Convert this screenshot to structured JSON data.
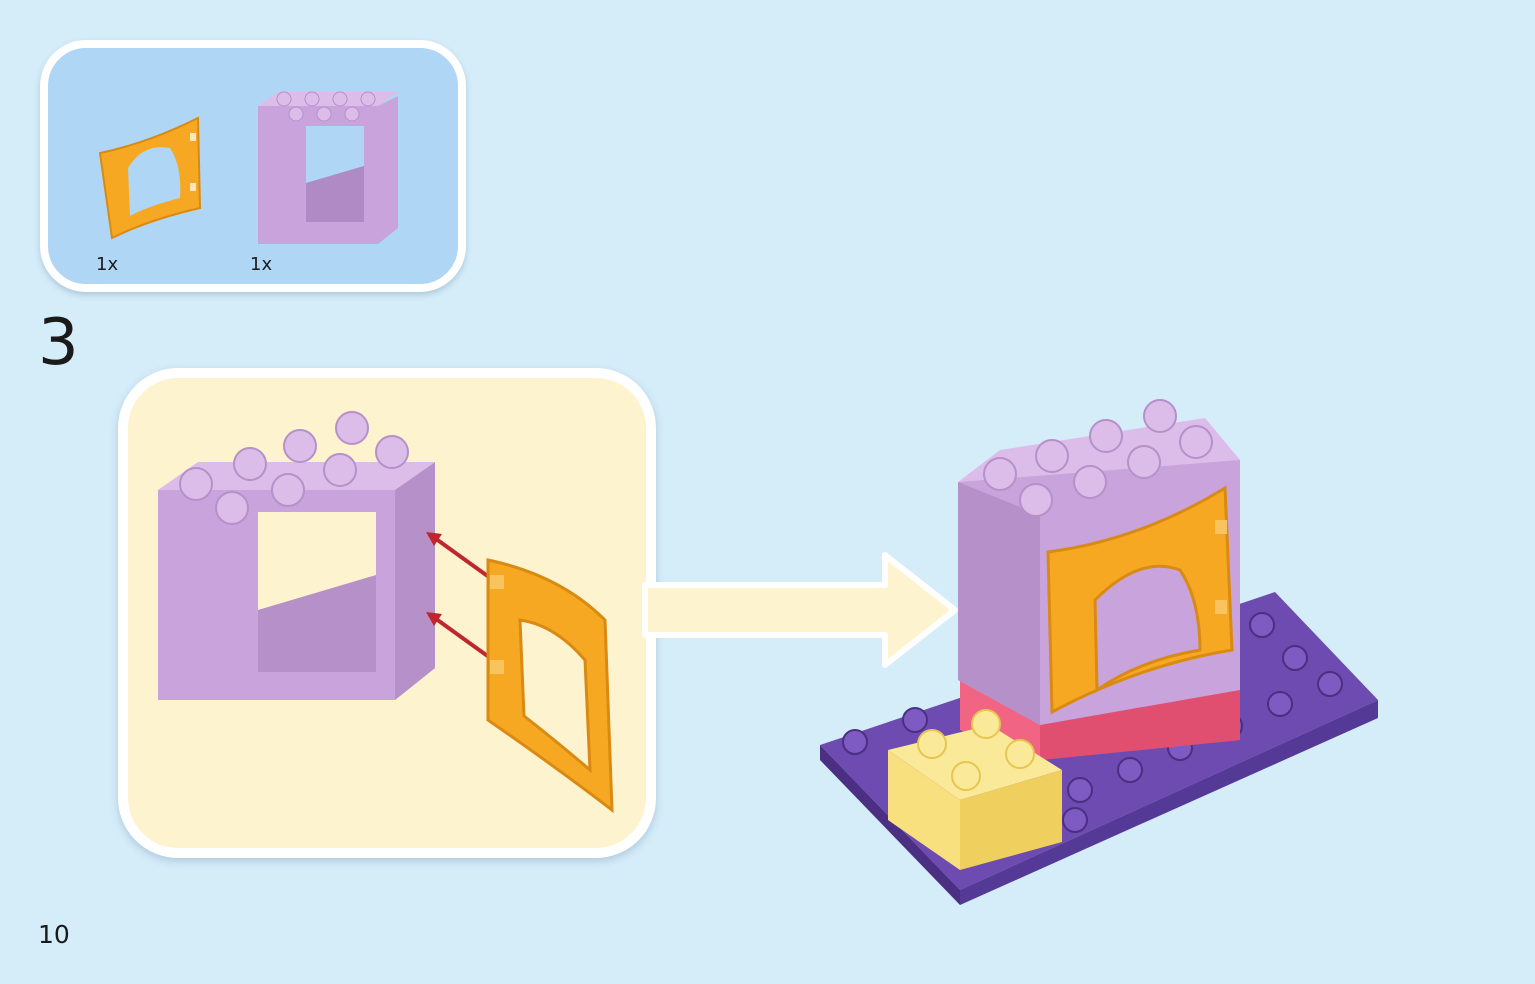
{
  "parts_list": {
    "items": [
      {
        "name": "window-shutter-orange",
        "qty": "1x",
        "color": "#f7a823"
      },
      {
        "name": "window-frame-lavender",
        "qty": "1x",
        "color": "#c9a3dc"
      }
    ]
  },
  "step": {
    "number": "3"
  },
  "page": {
    "number": "10"
  },
  "colors": {
    "background": "#d5ecf9",
    "parts_box": "#afd6f4",
    "callout": "#fdf4cf",
    "lavender": "#c9a3dc",
    "orange": "#f7a823",
    "purple_plate": "#5b3c99",
    "pink": "#f26483",
    "yellow": "#f9e07f",
    "arrow_red": "#c0272d"
  }
}
